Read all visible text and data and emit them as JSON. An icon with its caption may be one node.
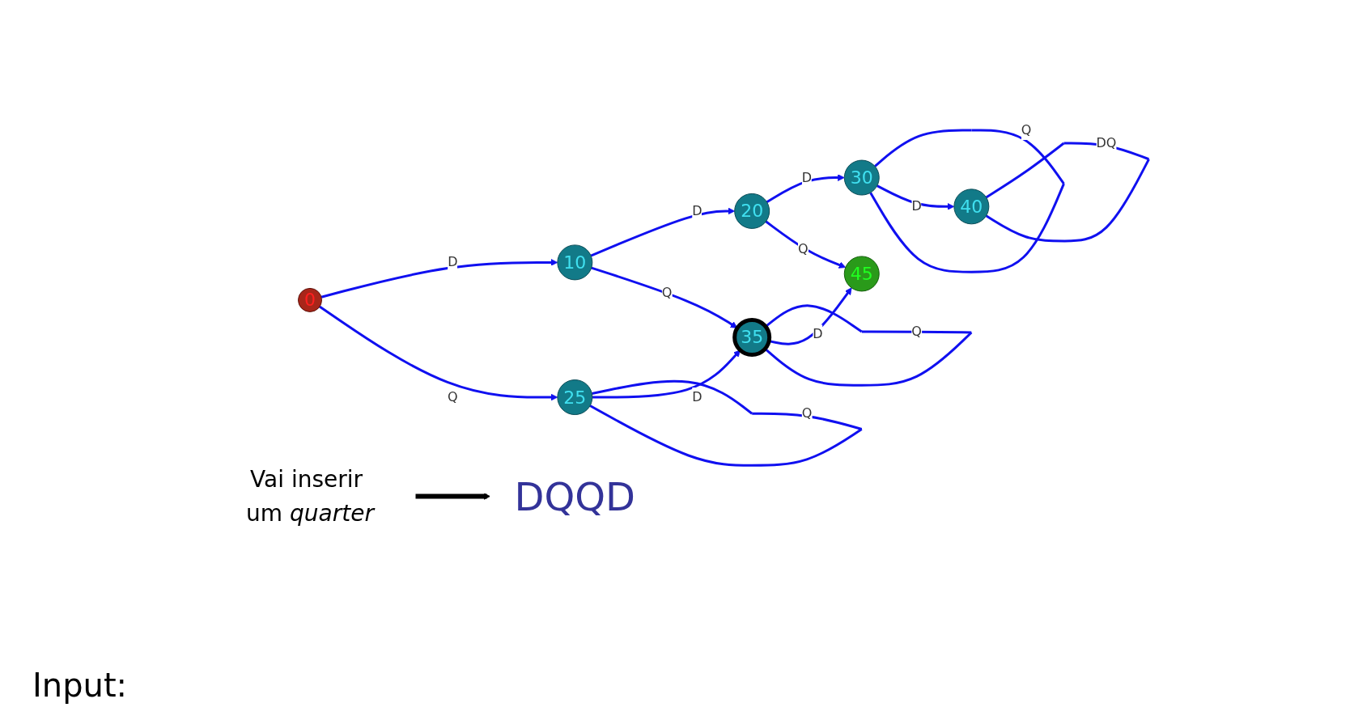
{
  "diagram": {
    "nodes": [
      {
        "text": [
          "0"
        ]
      },
      {
        "text": [
          "10"
        ]
      },
      {
        "text": [
          "20"
        ]
      },
      {
        "text": [
          "30"
        ]
      },
      {
        "text": [
          "40"
        ]
      },
      {
        "text": [
          "45"
        ]
      },
      {
        "text": [
          "25"
        ]
      },
      {
        "text": [
          "35"
        ]
      },
      {
        "text": [
          "DQQD"
        ]
      },
      {
        "text": [
          "Vai inserir um *quarter*"
        ]
      }
    ],
    "edges": [
      {
        "from": 0,
        "to": 1,
        "label": "D",
        "arrow": "to"
      },
      {
        "from": 1,
        "to": 2,
        "label": "D",
        "arrow": "to"
      },
      {
        "from": 2,
        "to": 3,
        "label": "D",
        "arrow": "to"
      },
      {
        "from": 3,
        "to": 3,
        "label": "Q",
        "arrow": "none"
      },
      {
        "from": 3,
        "to": 4,
        "label": "D",
        "arrow": "to"
      },
      {
        "from": 4,
        "to": 4,
        "label": "DQ",
        "arrow": "none"
      },
      {
        "from": 0,
        "to": 6,
        "label": "Q",
        "arrow": "to"
      },
      {
        "from": 1,
        "to": 7,
        "label": "Q",
        "arrow": "to"
      },
      {
        "from": 2,
        "to": 5,
        "label": "Q",
        "arrow": "to"
      },
      {
        "from": 6,
        "to": 6,
        "label": "Q",
        "arrow": "none"
      },
      {
        "from": 6,
        "to": 7,
        "label": "D",
        "arrow": "to"
      },
      {
        "from": 7,
        "to": 7,
        "label": "Q",
        "arrow": "none"
      },
      {
        "from": 7,
        "to": 5,
        "label": "D",
        "arrow": "to"
      },
      {
        "from": 9,
        "to": 8,
        "arrow": "to",
        "style": "thick",
        "color": "#000000"
      }
    ],
    "labels": [
      "Input:"
    ]
  }
}
